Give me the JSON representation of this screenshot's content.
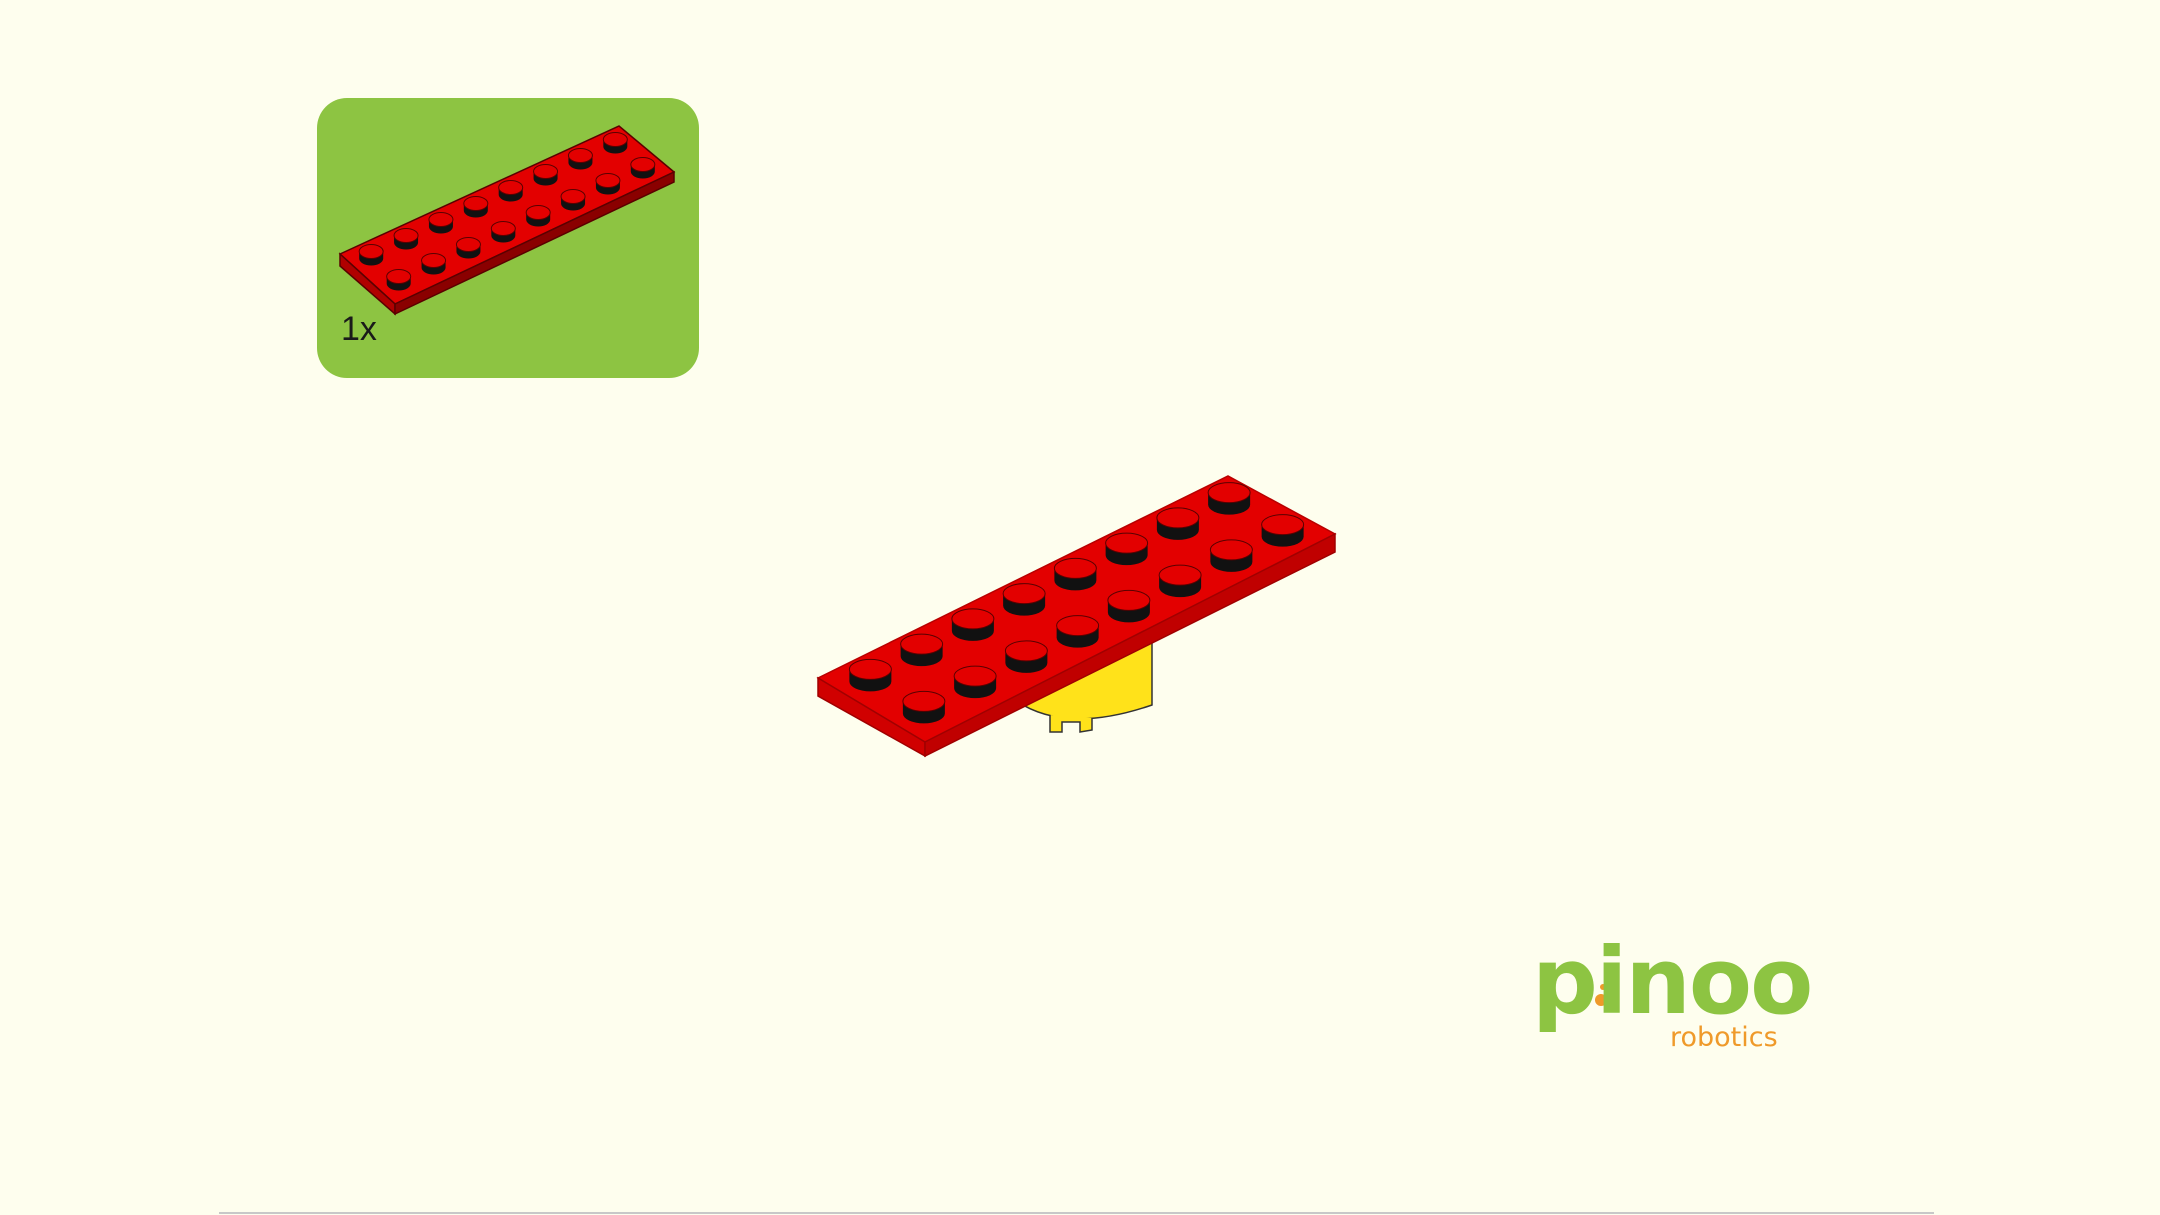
{
  "step": {
    "parts": [
      {
        "quantity": "1x",
        "part": "red-2x8-plate-icon"
      }
    ]
  },
  "brand": {
    "name": "pinoo",
    "tagline": "robotics"
  },
  "colors": {
    "background": "#fefeee",
    "parts_panel": "#8dc442",
    "brick_red": "#e30000",
    "brick_yellow": "#ffe21a",
    "logo_green": "#8dc442",
    "logo_orange": "#ef9a2a"
  }
}
